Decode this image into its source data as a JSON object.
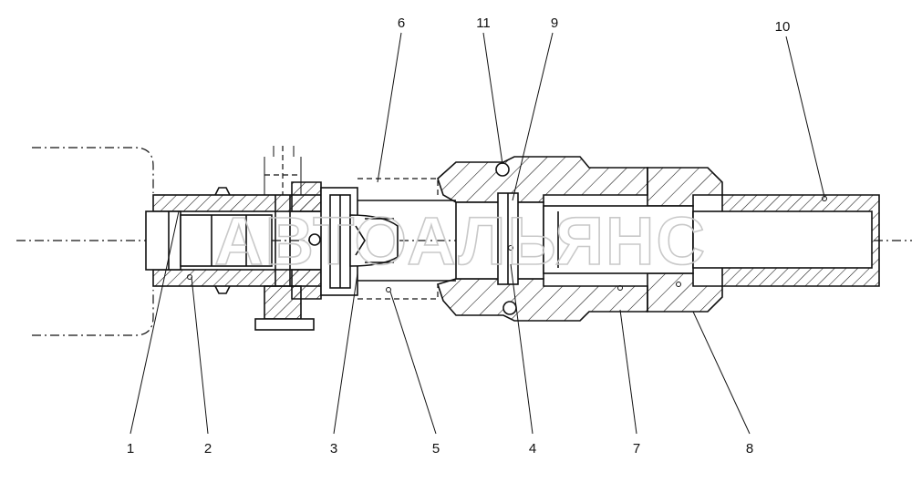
{
  "watermark": "АВТОАЛЬЯНС",
  "callouts": [
    "1",
    "2",
    "3",
    "5",
    "4",
    "7",
    "8",
    "6",
    "11",
    "9",
    "10"
  ]
}
